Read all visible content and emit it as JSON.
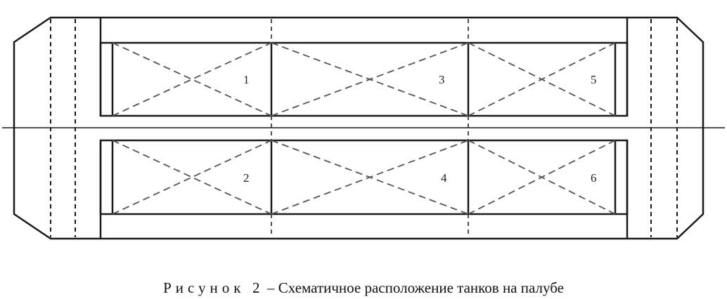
{
  "figure": {
    "caption_prefix": "Рисунок",
    "caption_number": "2",
    "caption_text": "– Схематичное расположение танков на палубе"
  },
  "tanks": [
    {
      "label": "1",
      "row": "upper",
      "position": "left"
    },
    {
      "label": "3",
      "row": "upper",
      "position": "middle"
    },
    {
      "label": "5",
      "row": "upper",
      "position": "right"
    },
    {
      "label": "2",
      "row": "lower",
      "position": "left"
    },
    {
      "label": "4",
      "row": "lower",
      "position": "middle"
    },
    {
      "label": "6",
      "row": "lower",
      "position": "right"
    }
  ],
  "colors": {
    "line": "#1a1a1a",
    "dashed": "#555555",
    "background": "#ffffff"
  }
}
